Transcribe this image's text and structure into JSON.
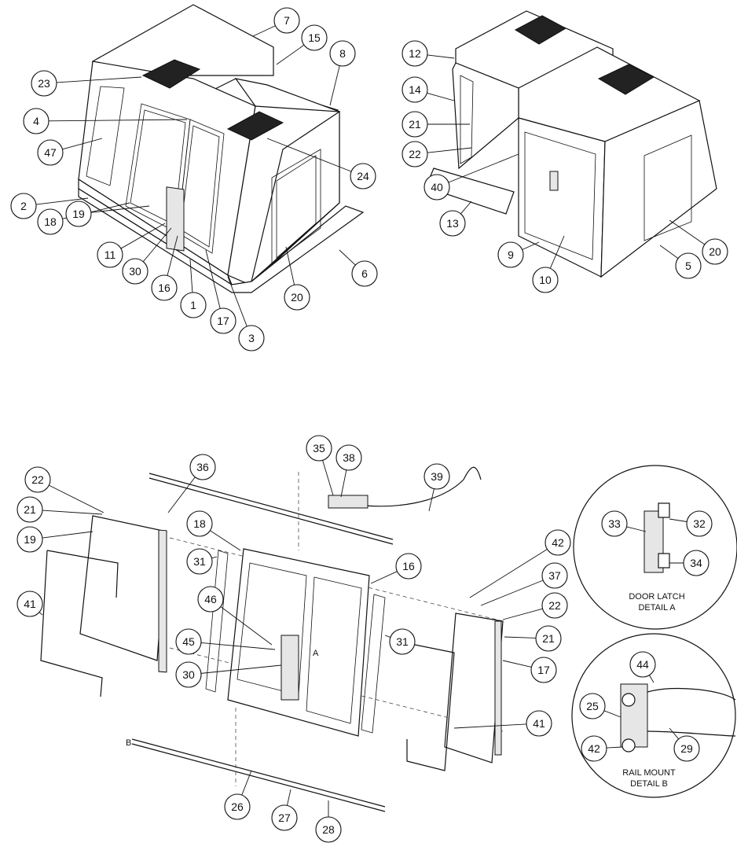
{
  "balloons_top_left": [
    "7",
    "15",
    "8",
    "23",
    "4",
    "47",
    "24",
    "2",
    "18",
    "19",
    "11",
    "30",
    "16",
    "1",
    "17",
    "3",
    "20",
    "6"
  ],
  "balloons_top_right": [
    "12",
    "14",
    "21",
    "22",
    "40",
    "13",
    "9",
    "10",
    "20",
    "5"
  ],
  "balloons_bottom": [
    "35",
    "38",
    "39",
    "22",
    "36",
    "21",
    "19",
    "18",
    "31",
    "41",
    "46",
    "45",
    "30",
    "16",
    "42",
    "37",
    "22",
    "31",
    "21",
    "17",
    "41",
    "26",
    "27",
    "28"
  ],
  "detail_a": {
    "balloons": [
      "33",
      "32",
      "34"
    ],
    "caption_line1": "DOOR LATCH",
    "caption_line2": "DETAIL A"
  },
  "detail_b": {
    "balloons": [
      "44",
      "25",
      "42",
      "29"
    ],
    "caption_line1": "RAIL MOUNT",
    "caption_line2": "DETAIL B"
  },
  "markers": {
    "a": "A",
    "b": "B"
  }
}
